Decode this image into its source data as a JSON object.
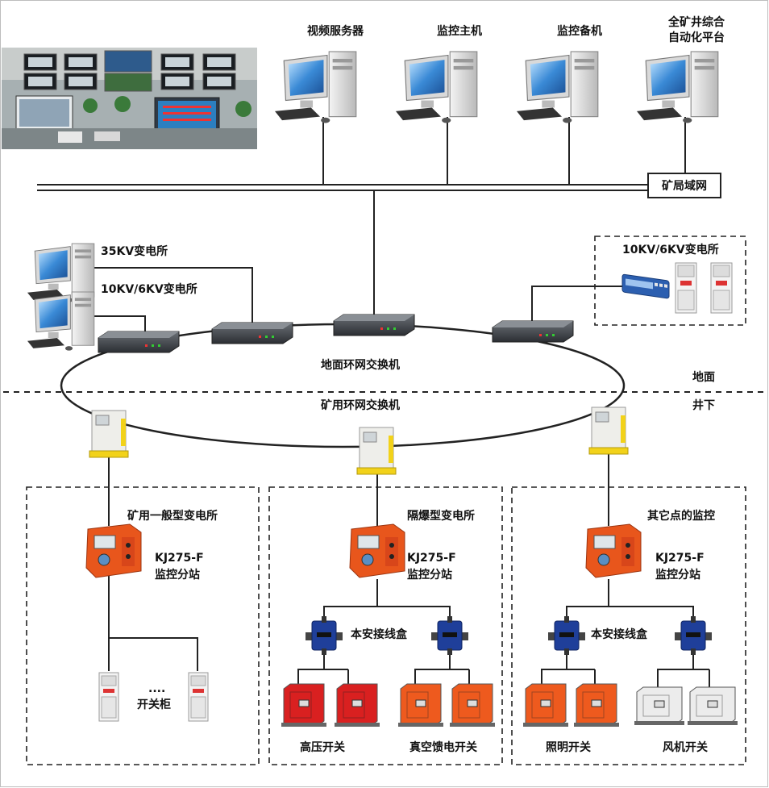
{
  "servers": {
    "video_server": "视频服务器",
    "monitor_host": "监控主机",
    "monitor_backup": "监控备机",
    "platform_line1": "全矿井综合",
    "platform_line2": "自动化平台"
  },
  "lan_label": "矿局域网",
  "substations": {
    "sub_35kv": "35KV变电所",
    "sub_10kv_left": "10KV/6KV变电所",
    "sub_10kv_right": "10KV/6KV变电所"
  },
  "rings": {
    "ground_ring": "地面环网交换机",
    "mine_ring": "矿用环网交换机",
    "ground": "地面",
    "underground": "井下"
  },
  "zones": {
    "left_title": "矿用一般型变电所",
    "middle_title": "隔爆型变电所",
    "right_title": "其它点的监控"
  },
  "stations": {
    "model": "KJ275-F",
    "substation": "监控分站"
  },
  "junction_box": "本安接线盒",
  "devices": {
    "dots": "....",
    "switch_cabinet": "开关柜",
    "high_voltage": "高压开关",
    "vacuum_feeder": "真空馈电开关",
    "lighting": "照明开关",
    "fan": "风机开关"
  },
  "colors": {
    "line": "#222222",
    "station_orange": "#e8561c",
    "junction_blue": "#1f3f9a",
    "hv_red": "#d92020",
    "feeder_orange": "#ee5a1e",
    "fan_white": "#ececec",
    "switch_yellow": "#f2d21a",
    "monitor_blue": "#3a8ad6"
  }
}
